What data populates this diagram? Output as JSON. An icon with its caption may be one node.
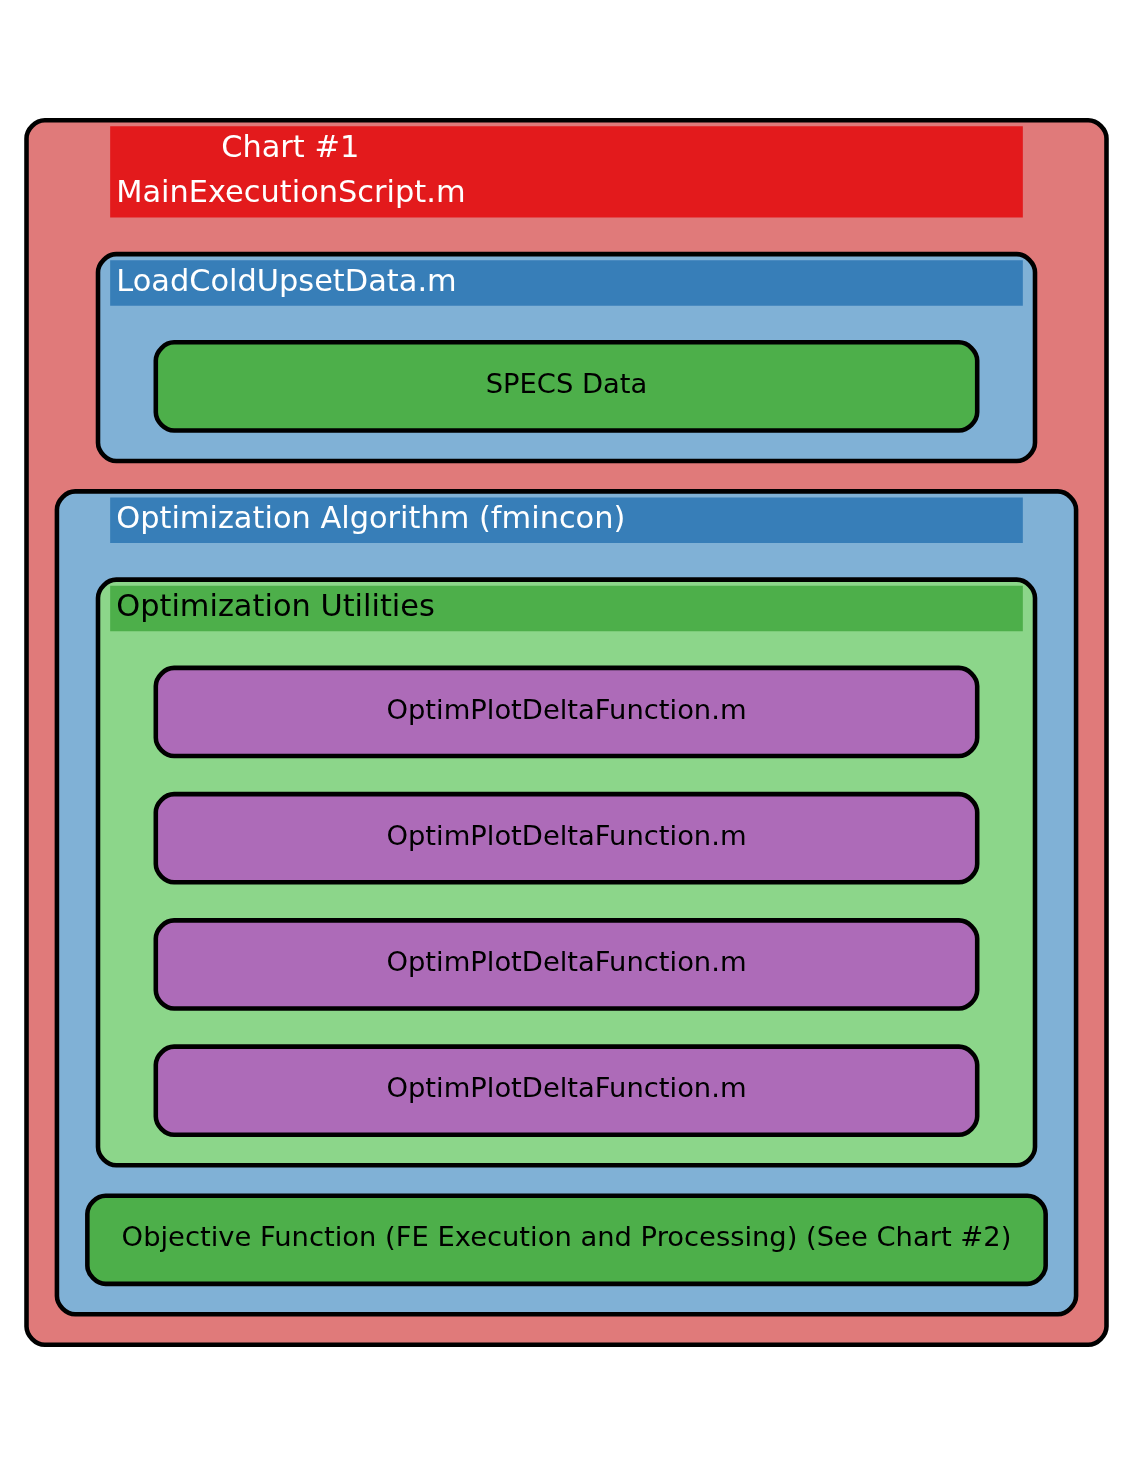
{
  "diagram": {
    "nodes": [
      {
        "text": [
          "Chart #1",
          "MainExecutionScript.m"
        ]
      },
      {
        "text": [
          "LoadColdUpsetData.m"
        ],
        "in": 0
      },
      {
        "text": [
          "SPECS Data"
        ],
        "in": 1
      },
      {
        "text": [
          "Optimization Algorithm (fmincon)"
        ],
        "in": 0
      },
      {
        "text": [
          "Optimization Utilities"
        ],
        "in": 3
      },
      {
        "text": [
          "OptimPlotDeltaFunction.m"
        ],
        "in": 4
      },
      {
        "text": [
          "OptimPlotDeltaFunction.m"
        ],
        "in": 4
      },
      {
        "text": [
          "OptimPlotDeltaFunction.m"
        ],
        "in": 4
      },
      {
        "text": [
          "OptimPlotDeltaFunction.m"
        ],
        "in": 4
      },
      {
        "text": [
          "Objective Function (FE Execution and Processing) (See Chart #2)"
        ],
        "in": 3
      }
    ],
    "edges": []
  }
}
